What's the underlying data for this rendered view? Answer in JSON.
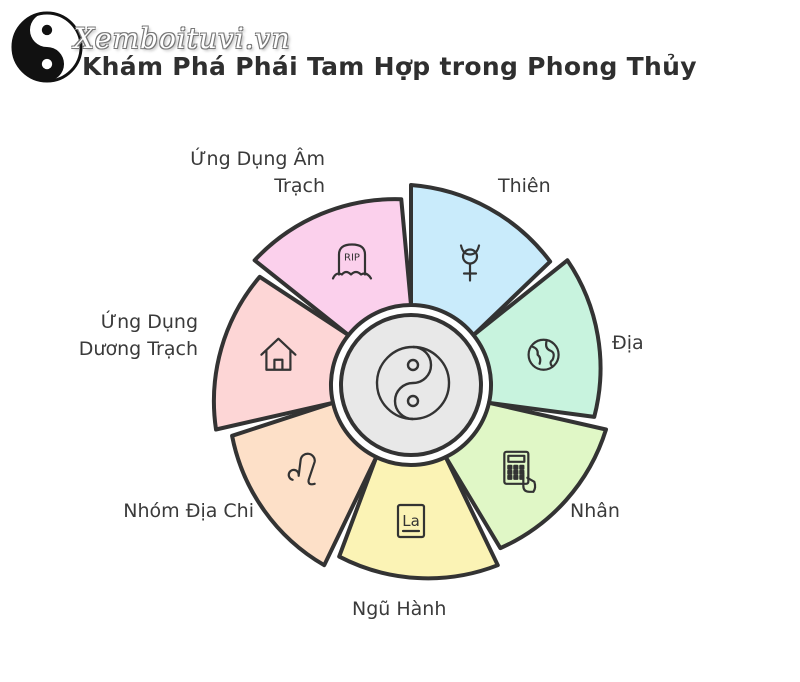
{
  "watermark": "Xemboituvi.vn",
  "title": "Khám Phá Phái Tam Hợp trong Phong Thủy",
  "center_icon": "yin-yang-icon",
  "segments": [
    {
      "id": "thien",
      "label": [
        "Thiên"
      ],
      "icon": "venus-symbol-icon",
      "color": "#c9ebfb"
    },
    {
      "id": "dia",
      "label": [
        "Địa"
      ],
      "icon": "globe-icon",
      "color": "#c8f3de"
    },
    {
      "id": "nhan",
      "label": [
        "Nhân"
      ],
      "icon": "calculator-icon",
      "color": "#e0f7c6"
    },
    {
      "id": "ngu-hanh",
      "label": [
        "Ngũ Hành"
      ],
      "icon": "element-tile-icon",
      "color": "#fbf3b5"
    },
    {
      "id": "nhom-dia-chi",
      "label": [
        "Nhóm Địa Chi"
      ],
      "icon": "leo-symbol-icon",
      "color": "#fde0c8"
    },
    {
      "id": "duong-trach",
      "label": [
        "Ứng Dụng",
        "Dương Trạch"
      ],
      "icon": "house-icon",
      "color": "#fdd6d6"
    },
    {
      "id": "am-trach",
      "label": [
        "Ứng Dụng Âm",
        "Trạch"
      ],
      "icon": "tombstone-icon",
      "color": "#fbd0ec"
    }
  ],
  "element_tile_text": "La",
  "tombstone_text": "RIP"
}
